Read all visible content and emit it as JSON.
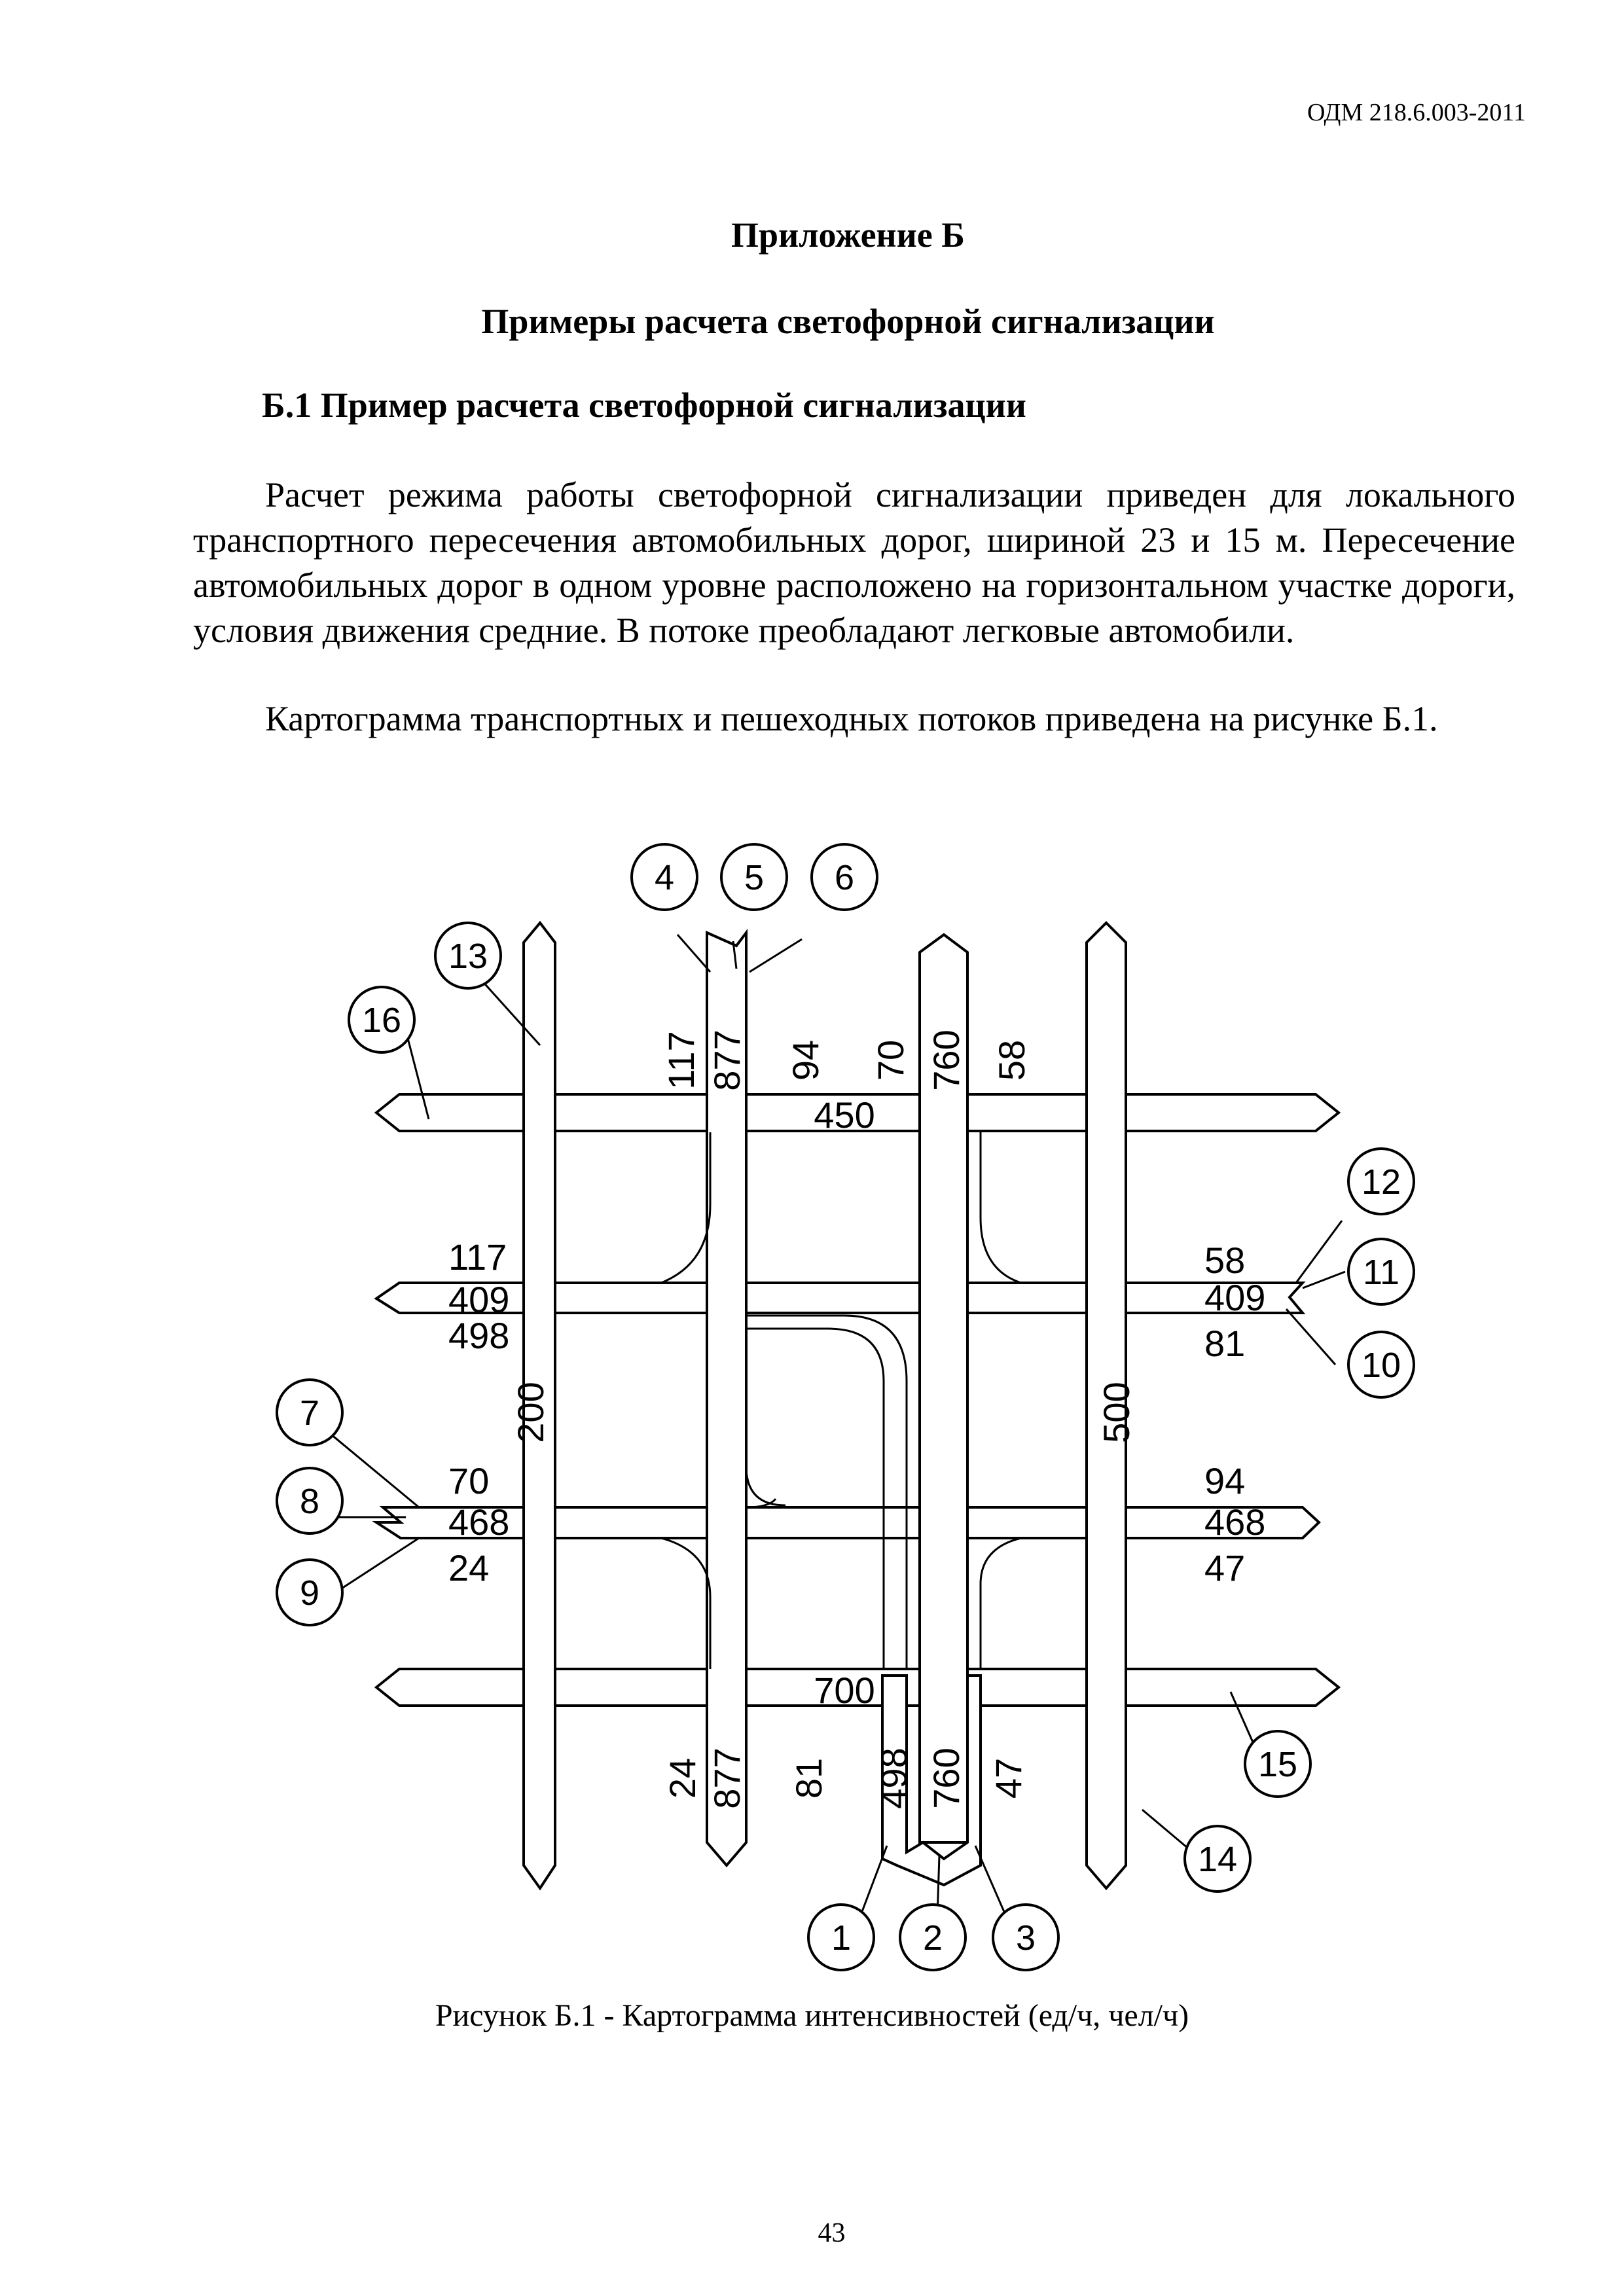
{
  "header": {
    "doc_code": "ОДМ 218.6.003-2011"
  },
  "appendix": {
    "title": "Приложение Б",
    "subtitle": "Примеры расчета светофорной сигнализации"
  },
  "section": {
    "title": "Б.1 Пример расчета светофорной сигнализации"
  },
  "paragraphs": [
    "Расчет режима работы светофорной сигнализации приведен для локального транспортного пересечения автомобильных дорог, шириной 23 и 15 м. Пересечение автомобильных дорог в одном уровне расположено на горизонтальном участке дороги, условия движения средние. В потоке преобладают легковые автомобили.",
    "Картограмма транспортных и пешеходных потоков приведена на рисунке Б.1."
  ],
  "figure": {
    "flow_numbers": [
      "1",
      "2",
      "3",
      "4",
      "5",
      "6",
      "7",
      "8",
      "9",
      "10",
      "11",
      "12",
      "13",
      "14",
      "15",
      "16"
    ],
    "values": {
      "north_in_left": "117",
      "north_in_through": "877",
      "north_in_right": "94",
      "north_out_left": "70",
      "north_out_through": "760",
      "north_out_right": "58",
      "ped_top": "450",
      "ped_bottom": "700",
      "ped_left": "200",
      "ped_right": "500",
      "west_top_a": "117",
      "west_top_b": "409",
      "west_top_c": "498",
      "east_top_a": "58",
      "east_top_b": "409",
      "east_top_c": "81",
      "west_bot_a": "70",
      "west_bot_b": "468",
      "west_bot_c": "24",
      "east_bot_a": "94",
      "east_bot_b": "468",
      "east_bot_c": "47",
      "south_a": "24",
      "south_b": "877",
      "south_c": "81",
      "south_d": "498",
      "south_e": "760",
      "south_f": "47"
    }
  },
  "caption": "Рисунок  Б.1 - Картограмма интенсивностей (ед/ч, чел/ч)",
  "page_number": "43"
}
